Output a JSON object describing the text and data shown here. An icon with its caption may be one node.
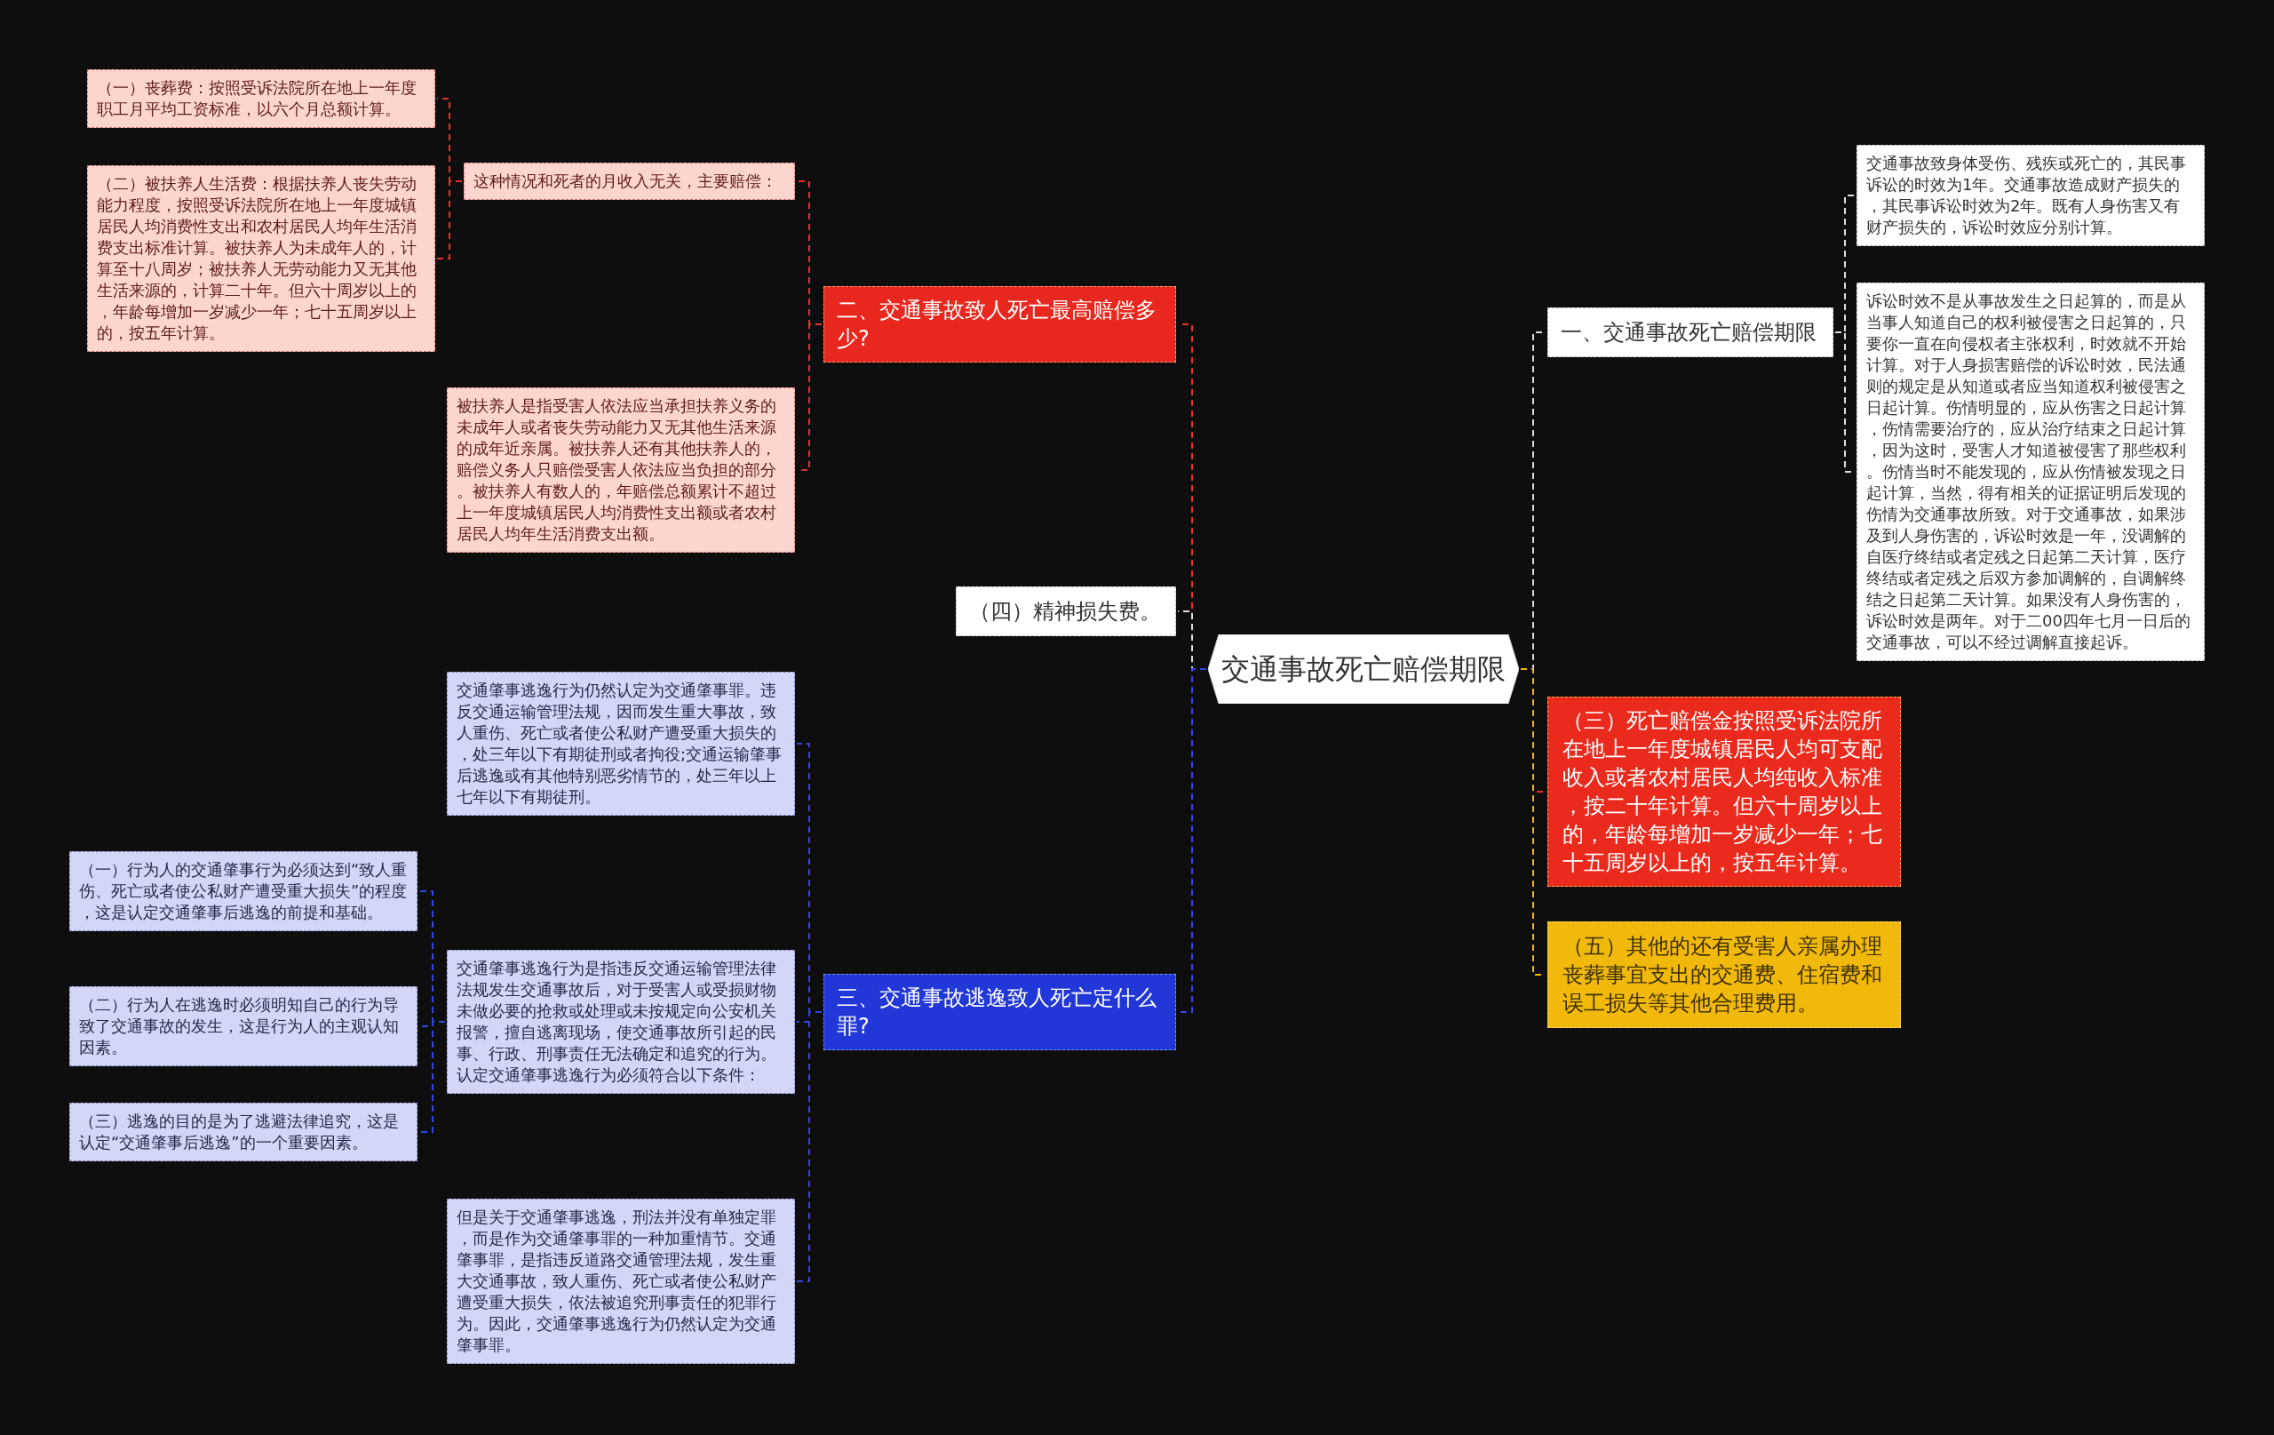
{
  "diagram": {
    "nodes": [
      {
        "text": [
          "交通事故死亡赔偿期限"
        ]
      },
      {
        "text": [
          "一、交通事故死亡赔偿期限"
        ]
      },
      {
        "text": [
          "交通事故致身体受伤、残疾或死亡的，其民事诉讼的时效为1年。交通事故造成财产损失的，其民事诉讼时效为2年。既有人身伤害又有财产损失的，诉讼时效应分别计算。"
        ]
      },
      {
        "text": [
          "诉讼时效不是从事故发生之日起算的，而是从当事人知道自己的权利被侵害之日起算的，只要你一直在向侵权者主张权利，时效就不开始计算。对于人身损害赔偿的诉讼时效，民法通则的规定是从知道或者应当知道权利被侵害之日起计算。伤情明显的，应从伤害之日起计算，伤情需要治疗的，应从治疗结束之日起计算，因为这时，受害人才知道被侵害了那些权利。伤情当时不能发现的，应从伤情被发现之日起计算，当然，得有相关的证据证明后发现的伤情为交通事故所致。对于交通事故，如果涉及到人身伤害的，诉讼时效是一年，没调解的自医疗终结或者定残之日起第二天计算，医疗终结或者定残之后双方参加调解的，自调解终结之日起第二天计算。如果没有人身伤害的，诉讼时效是两年。对于二00四年七月一日后的交通事故，可以不经过调解直接起诉。"
        ]
      },
      {
        "text": [
          "二、交通事故致人死亡最高赔偿多少?"
        ]
      },
      {
        "text": [
          "这种情况和死者的月收入无关，主要赔偿："
        ]
      },
      {
        "text": [
          "（一）丧葬费：按照受诉法院所在地上一年度职工月平均工资标准，以六个月总额计算。"
        ]
      },
      {
        "text": [
          "（二）被扶养人生活费：根据扶养人丧失劳动能力程度，按照受诉法院所在地上一年度城镇居民人均消费性支出和农村居民人均年生活消费支出标准计算。被扶养人为未成年人的，计算至十八周岁；被扶养人无劳动能力又无其他生活来源的，计算二十年。但六十周岁以上的，年龄每增加一岁减少一年；七十五周岁以上的，按五年计算。"
        ]
      },
      {
        "text": [
          "被扶养人是指受害人依法应当承担扶养义务的未成年人或者丧失劳动能力又无其他生活来源的成年近亲属。被扶养人还有其他扶养人的，赔偿义务人只赔偿受害人依法应当负担的部分。被扶养人有数人的，年赔偿总额累计不超过上一年度城镇居民人均消费性支出额或者农村居民人均年生活消费支出额。"
        ]
      },
      {
        "text": [
          "（三）死亡赔偿金按照受诉法院所在地上一年度城镇居民人均可支配收入或者农村居民人均纯收入标准，按二十年计算。但六十周岁以上的，年龄每增加一岁减少一年；七十五周岁以上的，按五年计算。"
        ]
      },
      {
        "text": [
          "（四）精神损失费。"
        ]
      },
      {
        "text": [
          "（五）其他的还有受害人亲属办理丧葬事宜支出的交通费、住宿费和误工损失等其他合理费用。"
        ]
      },
      {
        "text": [
          "三、交通事故逃逸致人死亡定什么罪?"
        ]
      },
      {
        "text": [
          "交通肇事逃逸行为仍然认定为交通肇事罪。违反交通运输管理法规，因而发生重大事故，致人重伤、死亡或者使公私财产遭受重大损失的，处三年以下有期徒刑或者拘役;交通运输肇事后逃逸或有其他特别恶劣情节的，处三年以上七年以下有期徒刑。"
        ]
      },
      {
        "text": [
          "交通肇事逃逸行为是指违反交通运输管理法律法规发生交通事故后，对于受害人或受损财物未做必要的抢救或处理或未按规定向公安机关报警，擅自逃离现场，使交通事故所引起的民事、行政、刑事责任无法确定和追究的行为。认定交通肇事逃逸行为必须符合以下条件："
        ]
      },
      {
        "text": [
          "（一）行为人的交通肇事行为必须达到“致人重伤、死亡或者使公私财产遭受重大损失”的程度，这是认定交通肇事后逃逸的前提和基础。"
        ]
      },
      {
        "text": [
          "（二）行为人在逃逸时必须明知自己的行为导致了交通事故的发生，这是行为人的主观认知因素。"
        ]
      },
      {
        "text": [
          "（三）逃逸的目的是为了逃避法律追究，这是认定“交通肇事后逃逸”的一个重要因素。"
        ]
      },
      {
        "text": [
          "但是关于交通肇事逃逸，刑法并没有单独定罪，而是作为交通肇事罪的一种加重情节。交通肇事罪，是指违反道路交通管理法规，发生重大交通事故，致人重伤、死亡或者使公私财产遭受重大损失，依法被追究刑事责任的犯罪行为。因此，交通肇事逃逸行为仍然认定为交通肇事罪。"
        ]
      }
    ],
    "edges": [
      {
        "from": 0,
        "to": 1,
        "arrow": "none",
        "color": "#dddddd"
      },
      {
        "from": 1,
        "to": 2,
        "arrow": "none",
        "color": "#dddddd"
      },
      {
        "from": 1,
        "to": 3,
        "arrow": "none",
        "color": "#dddddd"
      },
      {
        "from": 0,
        "to": 4,
        "arrow": "none",
        "color": "#e0342a"
      },
      {
        "from": 4,
        "to": 5,
        "arrow": "none",
        "color": "#e0342a"
      },
      {
        "from": 5,
        "to": 6,
        "arrow": "none",
        "color": "#e0342a"
      },
      {
        "from": 5,
        "to": 7,
        "arrow": "none",
        "color": "#e0342a"
      },
      {
        "from": 4,
        "to": 8,
        "arrow": "none",
        "color": "#e0342a"
      },
      {
        "from": 0,
        "to": 9,
        "arrow": "none",
        "color": "#e0342a"
      },
      {
        "from": 0,
        "to": 10,
        "arrow": "none",
        "color": "#dddddd"
      },
      {
        "from": 0,
        "to": 11,
        "arrow": "none",
        "color": "#f2b90d"
      },
      {
        "from": 0,
        "to": 12,
        "arrow": "none"
      },
      {
        "from": 12,
        "to": 13,
        "arrow": "none"
      },
      {
        "from": 12,
        "to": 14,
        "arrow": "none"
      },
      {
        "from": 14,
        "to": 15,
        "arrow": "none"
      },
      {
        "from": 14,
        "to": 16,
        "arrow": "none"
      },
      {
        "from": 14,
        "to": 17,
        "arrow": "none"
      },
      {
        "from": 12,
        "to": 18,
        "arrow": "none"
      }
    ]
  }
}
